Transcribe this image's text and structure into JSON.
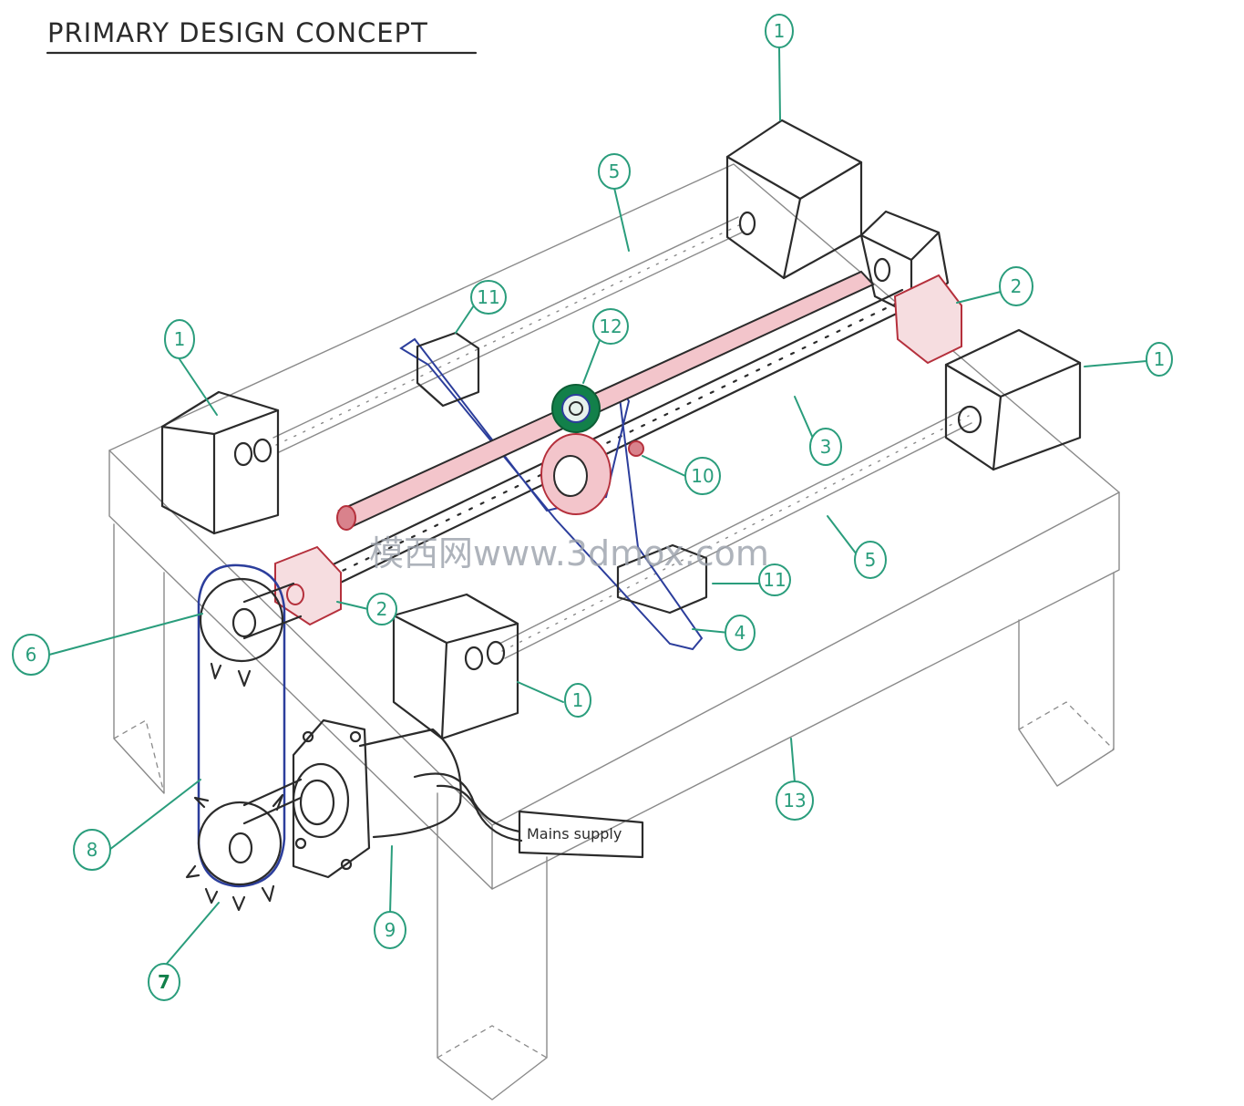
{
  "title": "PRIMARY DESIGN CONCEPT",
  "mains_label": "Mains supply",
  "watermark": "模西网www.3dmox.com",
  "colors": {
    "ink": "#2b2b2b",
    "pencil": "#8a8a8a",
    "callout": "#2a9d7c",
    "red": "#b5303c",
    "pink": "#d9828c",
    "blue": "#2c3e9c",
    "green": "#12804a",
    "watermark": "#9aa0aa"
  },
  "callouts": [
    {
      "id": "c1a",
      "number": "1"
    },
    {
      "id": "c1b",
      "number": "1"
    },
    {
      "id": "c1c",
      "number": "1"
    },
    {
      "id": "c1d",
      "number": "1"
    },
    {
      "id": "c2a",
      "number": "2"
    },
    {
      "id": "c2b",
      "number": "2"
    },
    {
      "id": "c3",
      "number": "3"
    },
    {
      "id": "c4",
      "number": "4"
    },
    {
      "id": "c5a",
      "number": "5"
    },
    {
      "id": "c5b",
      "number": "5"
    },
    {
      "id": "c6",
      "number": "6"
    },
    {
      "id": "c7",
      "number": "7"
    },
    {
      "id": "c8",
      "number": "8"
    },
    {
      "id": "c9",
      "number": "9"
    },
    {
      "id": "c10",
      "number": "10"
    },
    {
      "id": "c11a",
      "number": "11"
    },
    {
      "id": "c11b",
      "number": "11"
    },
    {
      "id": "c12",
      "number": "12"
    },
    {
      "id": "c13",
      "number": "13"
    }
  ]
}
